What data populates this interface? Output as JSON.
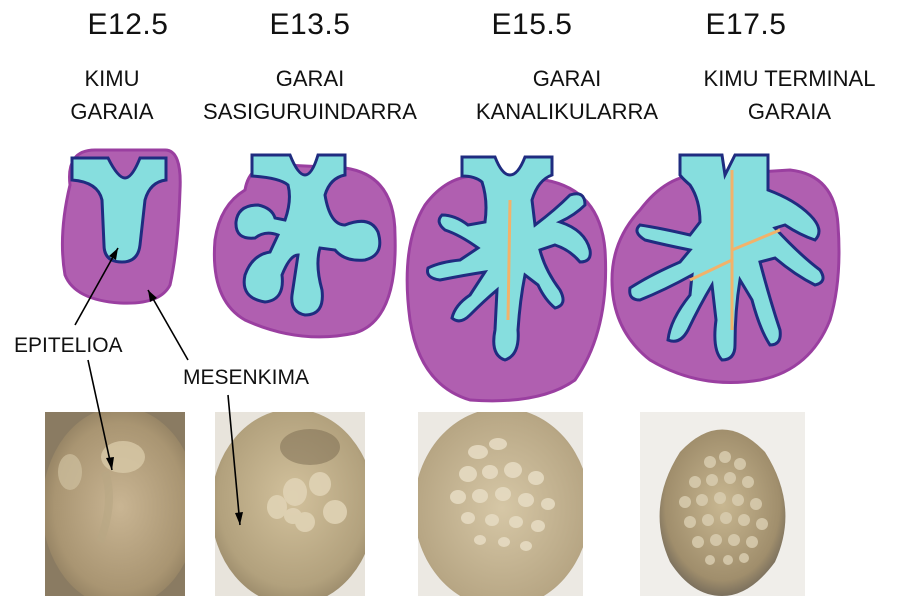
{
  "stages": [
    {
      "age": "E12.5",
      "name": "KIMU\nGARAIA"
    },
    {
      "age": "E13.5",
      "name": "GARAI\nSASIGURUINDARRA"
    },
    {
      "age": "E15.5",
      "name": "GARAI\nKANALIKULARRA"
    },
    {
      "age": "E17.5",
      "name": "KIMU TERMINAL\nGARAIA"
    }
  ],
  "labels": {
    "epithelium": "EPITELIOA",
    "mesenchyme": "MESENKIMA"
  },
  "colors": {
    "mesenchyme": "#b05fb0",
    "epithelium": "#86dede",
    "outline_epithelium": "#1f2c80",
    "outline_mesenchyme": "#9a3fa0",
    "duct_orange": "#f2b26a"
  }
}
